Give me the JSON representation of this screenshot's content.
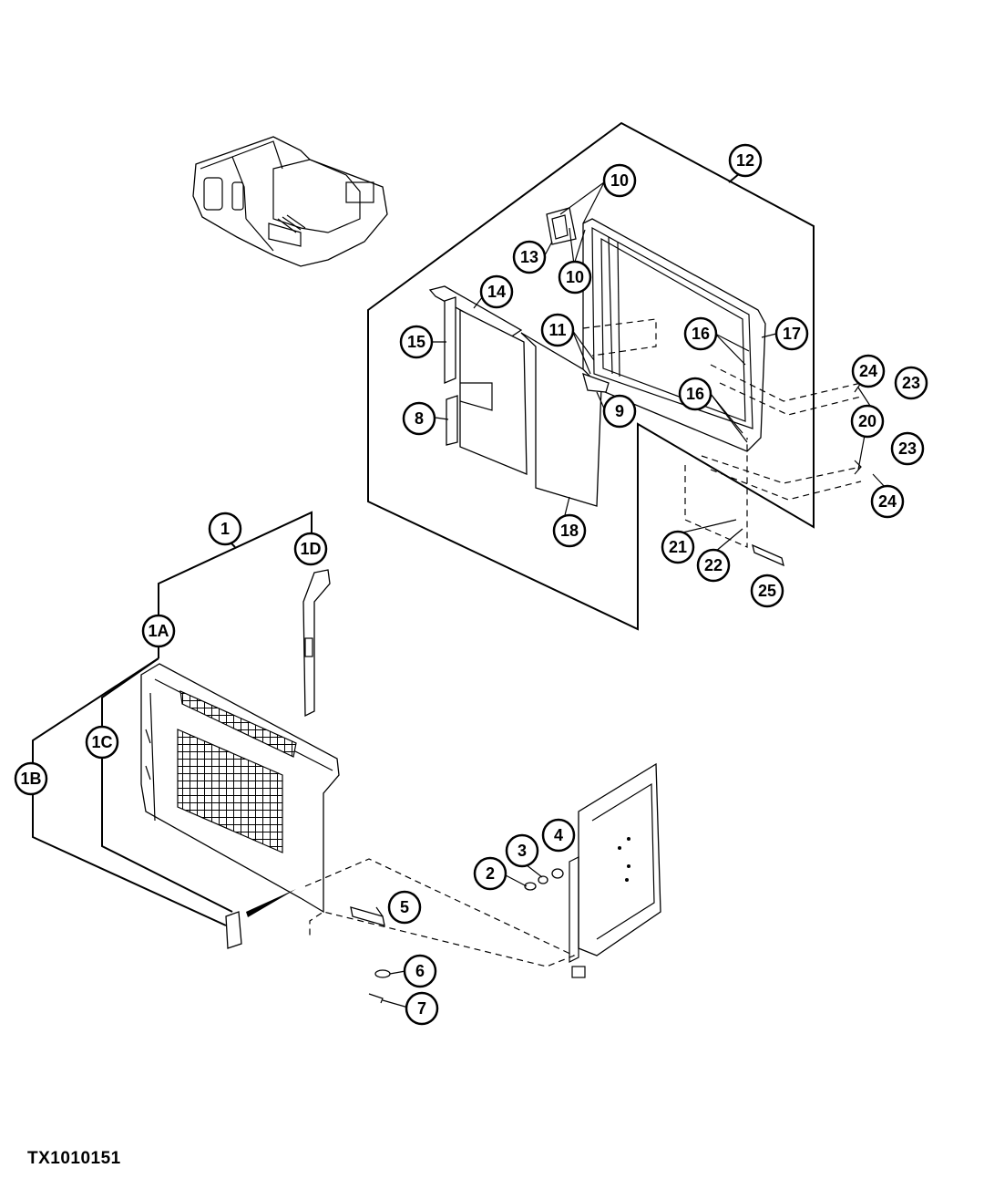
{
  "figure_id": "TX1010151",
  "callouts": [
    "10",
    "12",
    "13",
    "10",
    "14",
    "11",
    "15",
    "16",
    "17",
    "24",
    "23",
    "16",
    "9",
    "8",
    "20",
    "23",
    "24",
    "18",
    "21",
    "22",
    "25",
    "1",
    "1D",
    "1A",
    "1C",
    "1B",
    "4",
    "3",
    "2",
    "5",
    "6",
    "7"
  ]
}
